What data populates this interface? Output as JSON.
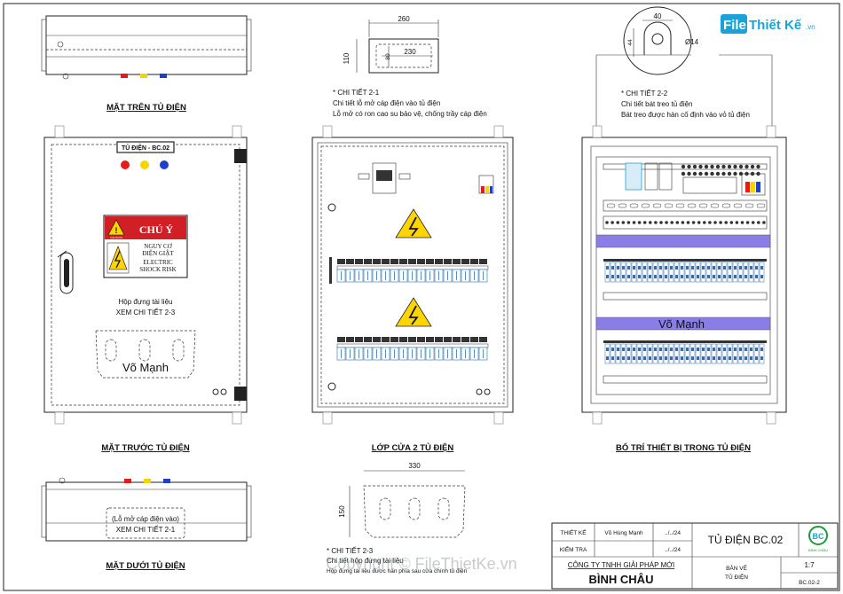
{
  "logo": {
    "prefix": "File",
    "suffix": "Thiết Kế",
    "domain": ".vn"
  },
  "views": {
    "top": {
      "title": "MẶT TRÊN TỦ ĐIỆN"
    },
    "front": {
      "title": "MẶT TRƯỚC TỦ ĐIỆN",
      "nameplate": "TỦ ĐIỆN - BC.02",
      "warning": {
        "heading": "CHÚ Ý",
        "caution": "CAUTION",
        "line1": "NGUY CƠ",
        "line2": "ĐIỆN GIẬT",
        "line3": "ELECTRIC",
        "line4": "SHOCK RISK"
      },
      "doc_box_1": "Hộp đựng tài liệu",
      "doc_box_2": "XEM CHI TIẾT 2-3",
      "author_tag": "Võ Mạnh"
    },
    "door2": {
      "title": "LỚP CỬA 2 TỦ ĐIỆN"
    },
    "layout": {
      "title": "BỐ TRÍ THIẾT BỊ TRONG TỦ ĐIỆN",
      "author_tag": "Võ Mạnh"
    },
    "bottom": {
      "title": "MẶT DƯỚI TỦ ĐIỆN",
      "note_1": "(Lỗ mở cáp điện vào)",
      "note_2": "XEM CHI TIẾT 2-1"
    }
  },
  "details": {
    "d21": {
      "dim_w": "260",
      "dim_inner": "230",
      "dim_h": "110",
      "dim_hole": "80",
      "title": "* CHI TIẾT 2-1",
      "line1": "Chi tiết lỗ mở cáp điện vào tủ điện",
      "line2": "Lỗ mở có ron cao su bảo vệ, chống trầy cáp điện"
    },
    "d22": {
      "dim_w": "40",
      "dim_h": "44",
      "dim_dia": "Ø14",
      "title": "* CHI TIẾT 2-2",
      "line1": "Chi tiết bát treo tủ điện",
      "line2": "Bát treo được hàn cố định vào vỏ tủ điện"
    },
    "d23": {
      "dim_w": "330",
      "dim_h": "150",
      "title": "* CHI TIẾT 2-3",
      "line1": "Chi tiết hộp đựng tài liệu",
      "line2": "Hộp đựng tài liệu được hàn phía sau cửa chính tủ điện"
    }
  },
  "title_block": {
    "label_design": "THIẾT KẾ",
    "designer": "Võ Hùng Mạnh",
    "date_design": "../../24",
    "label_check": "KIỂM TRA",
    "date_check": "../../24",
    "project": "TỦ ĐIỆN BC.02",
    "company": "CÔNG TY TNHH GIẢI PHÁP MỚI",
    "company_name": "BÌNH CHÂU",
    "drawing_label_1": "BẢN VẼ",
    "drawing_label_2": "TỦ ĐIỆN",
    "scale": "1:7",
    "sheet_no": "BC.02-2",
    "brand": "BÌNH CHÂU"
  },
  "watermark": "Copyright © FileThietKe.vn",
  "colors": {
    "red": "#e21b1b",
    "yellow": "#f5d400",
    "blue": "#1f3fc9",
    "purple": "#8a7ee6",
    "cyan": "#1aa3d9",
    "logo_green": "#1e9a3a"
  }
}
